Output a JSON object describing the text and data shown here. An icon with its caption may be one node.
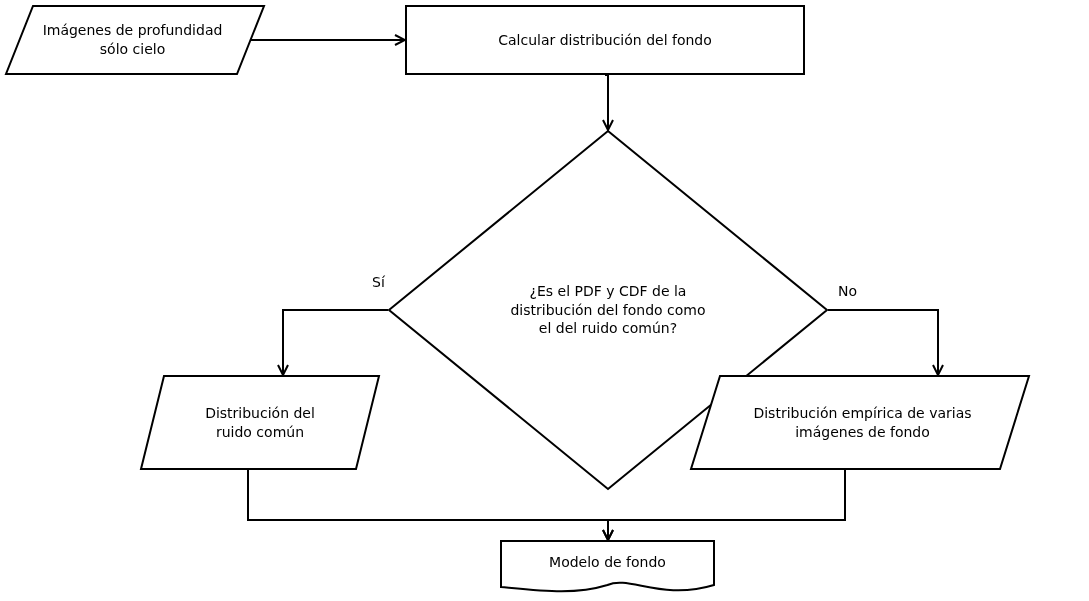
{
  "diagram": {
    "nodes": [
      {
        "text": [
          "Imágenes de profundidad sólo cielo"
        ]
      },
      {
        "text": [
          "Calcular distribución del fondo"
        ]
      },
      {
        "text": [
          "¿Es el PDF y CDF de la distribución del fondo como el del ruido común?"
        ]
      },
      {
        "text": [
          "Distribución del ruido común"
        ]
      },
      {
        "text": [
          "Distribución empírica de varias imágenes de fondo"
        ]
      },
      {
        "text": [
          "Modelo de fondo"
        ]
      }
    ],
    "edges": [
      {
        "from": 0,
        "to": 1,
        "arrow": "to"
      },
      {
        "from": 1,
        "to": 2,
        "arrow": "to"
      },
      {
        "from": 2,
        "to": 3,
        "arrow": "to",
        "label": "Sí"
      },
      {
        "from": 2,
        "to": 4,
        "arrow": "to",
        "label": "No"
      },
      {
        "from": 3,
        "to": 5,
        "arrow": "to"
      },
      {
        "from": 4,
        "to": 5,
        "arrow": "to"
      }
    ]
  }
}
